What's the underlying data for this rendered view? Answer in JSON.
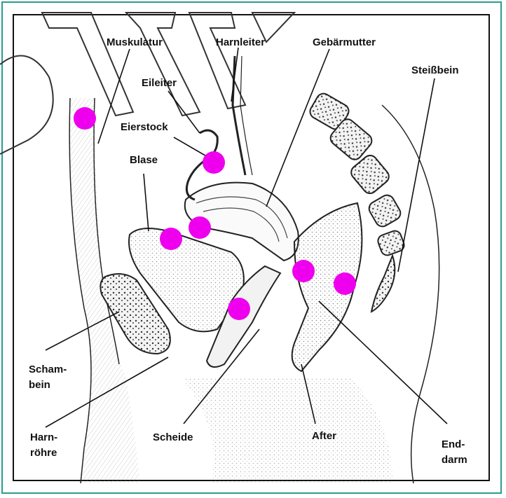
{
  "labels": {
    "muskulatur": "Muskulatur",
    "harnleiter": "Harnleiter",
    "gebaermutter": "Gebärmutter",
    "steissbein": "Steißbein",
    "eileiter": "Eileiter",
    "eierstock": "Eierstock",
    "blase": "Blase",
    "schambein_1": "Scham-",
    "schambein_2": "bein",
    "harnroehre_1": "Harn-",
    "harnroehre_2": "röhre",
    "scheide": "Scheide",
    "after": "After",
    "enddarm_1": "End-",
    "enddarm_2": "darm"
  },
  "colors": {
    "marker": "#ee00ee",
    "frame": "#2a9d8f",
    "ink": "#111111",
    "watermark": "#333333"
  }
}
